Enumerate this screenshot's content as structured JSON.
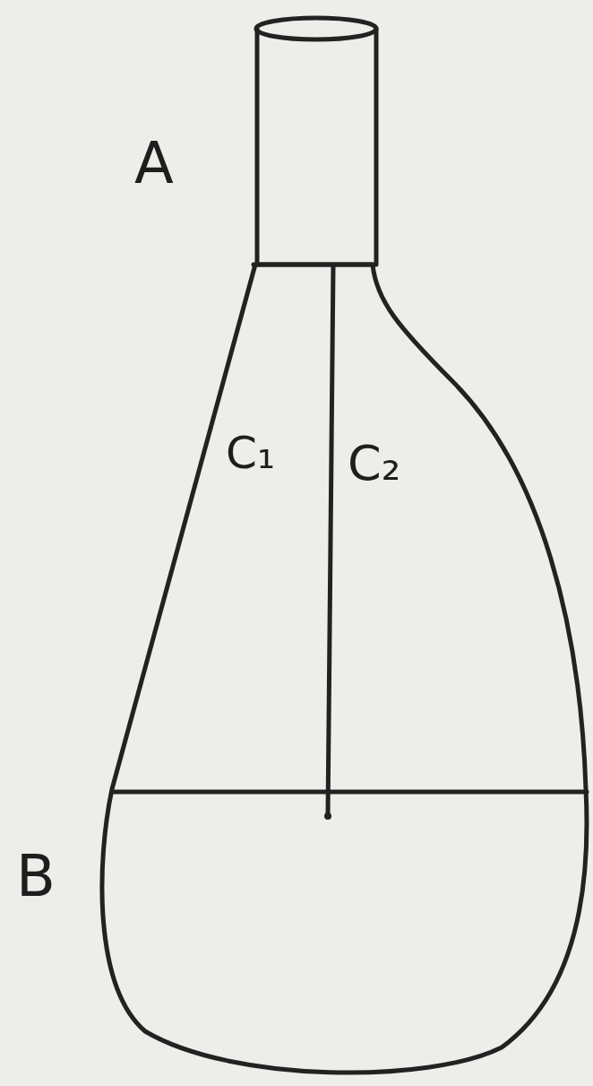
{
  "diagram": {
    "labels": [
      "A",
      "C₁",
      "C₂",
      "B"
    ]
  }
}
